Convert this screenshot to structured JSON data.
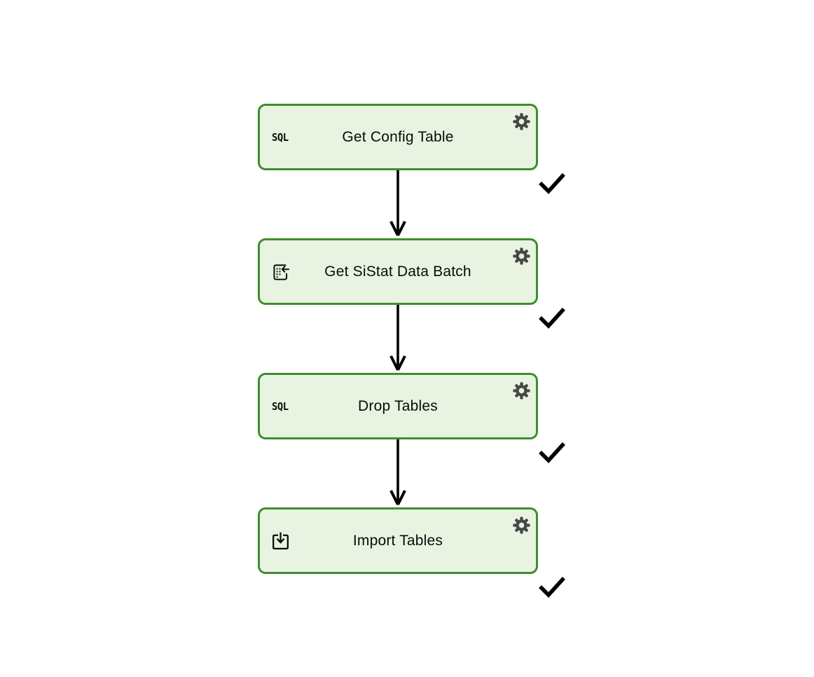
{
  "workflow": {
    "colors": {
      "node_fill": "#e8f4e1",
      "node_border": "#3e8e2c",
      "gear": "#474747",
      "text": "#0a0a0a",
      "connector": "#000000",
      "check": "#000000",
      "page_bg": "#ffffff"
    },
    "nodes": [
      {
        "label": "Get Config Table",
        "icon": "sql-icon",
        "icon_text": "SQL",
        "status": "completed"
      },
      {
        "label": "Get SiStat Data Batch",
        "icon": "table-import-icon",
        "icon_text": "",
        "status": "completed"
      },
      {
        "label": "Drop Tables",
        "icon": "sql-icon",
        "icon_text": "SQL",
        "status": "completed"
      },
      {
        "label": "Import Tables",
        "icon": "download-icon",
        "icon_text": "",
        "status": "completed"
      }
    ]
  }
}
